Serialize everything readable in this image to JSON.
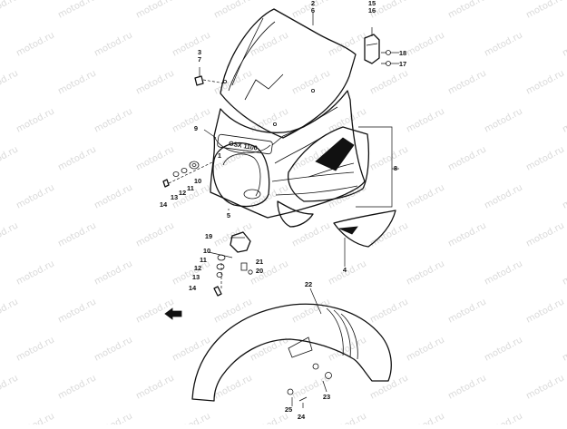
{
  "watermark": {
    "text": "motod.ru"
  },
  "callouts": [
    "2\n6",
    "15\n16",
    "18",
    "17",
    "3\n7",
    "9",
    "8",
    "1",
    "10",
    "11",
    "12",
    "13",
    "14",
    "5",
    "19",
    "10",
    "11",
    "12",
    "13",
    "14",
    "21",
    "20",
    "4",
    "22",
    "23",
    "25",
    "24"
  ],
  "decal_text": "GSX 1100"
}
